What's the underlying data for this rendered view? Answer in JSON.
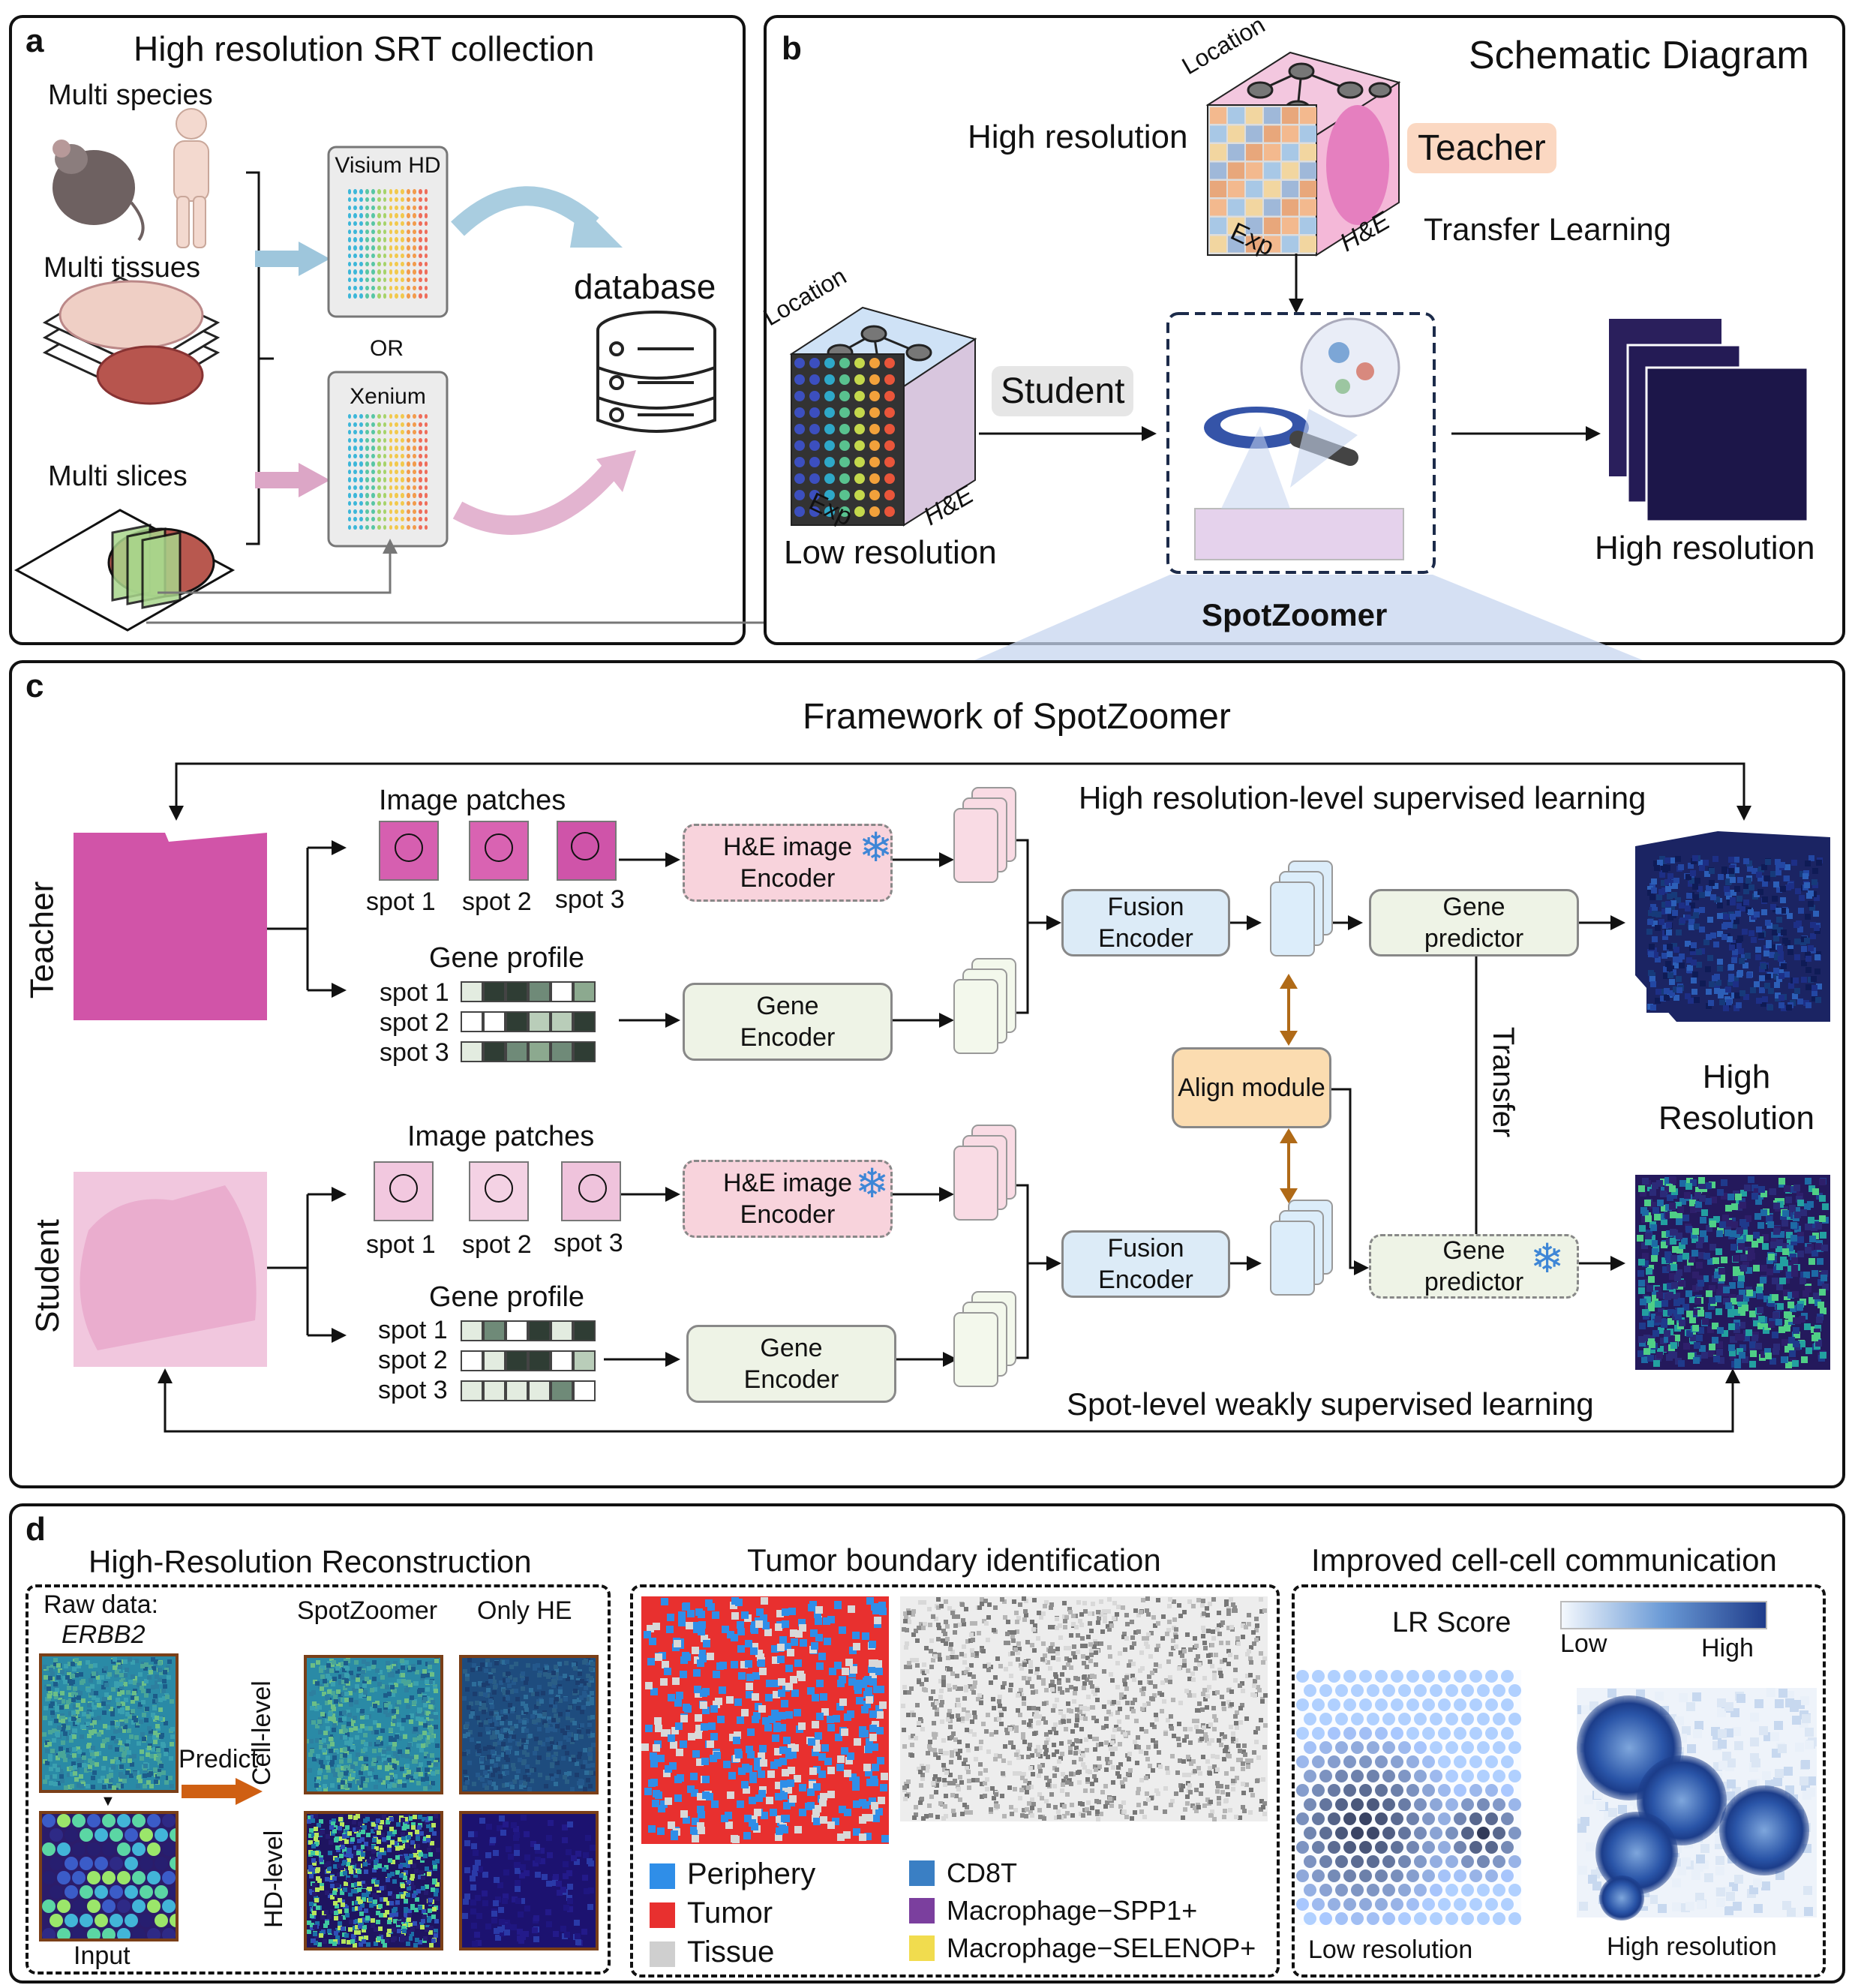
{
  "panel_a": {
    "label": "a",
    "title": "High resolution SRT collection",
    "multi_species": "Multi species",
    "multi_tissues": "Multi tissues",
    "multi_slices": "Multi slices",
    "visium": "Visium HD",
    "or": "OR",
    "xenium": "Xenium",
    "database": "database"
  },
  "panel_b": {
    "label": "b",
    "title": "Schematic Diagram",
    "high_resolution_top": "High resolution",
    "teacher": "Teacher",
    "transfer_learning": "Transfer Learning",
    "location_top": "Location",
    "exp_top": "Exp",
    "he_top": "H&E",
    "location_low": "Location",
    "exp_low": "Exp",
    "he_low": "H&E",
    "student": "Student",
    "low_resolution": "Low resolution",
    "high_resolution_right": "High resolution",
    "spotzoomer": "SpotZoomer"
  },
  "panel_c": {
    "label": "c",
    "title": "Framework of SpotZoomer",
    "teacher": "Teacher",
    "student": "Student",
    "image_patches": "Image patches",
    "gene_profile": "Gene profile",
    "spot1": "spot 1",
    "spot2": "spot 2",
    "spot3": "spot 3",
    "he_encoder": "H&E image Encoder",
    "gene_encoder": "Gene Encoder",
    "fusion_encoder": "Fusion Encoder",
    "gene_predictor": "Gene predictor",
    "align_module": "Align module",
    "transfer": "Transfer",
    "high_resolution": "High Resolution",
    "hr_supervised": "High resolution-level supervised learning",
    "spot_weak": "Spot-level weakly supervised learning"
  },
  "panel_d": {
    "label": "d",
    "recon_title": "High-Resolution Reconstruction",
    "raw_data": "Raw data:",
    "gene": "ERBB2",
    "input": "Input",
    "predict": "Predict",
    "spotzoomer": "SpotZoomer",
    "only_he": "Only HE",
    "cell_level": "Cell-level",
    "hd_level": "HD-level",
    "tumor_title": "Tumor boundary identification",
    "legend_left": [
      "Periphery",
      "Tumor",
      "Tissue"
    ],
    "legend_right": [
      "CD8T",
      "Macrophage−SPP1+",
      "Macrophage−SELENOP+"
    ],
    "ccc_title": "Improved cell-cell communication",
    "lr_score": "LR Score",
    "low": "Low",
    "high": "High",
    "low_resolution": "Low resolution",
    "high_resolution": "High resolution"
  },
  "colors": {
    "periphery": "#2f8ee8",
    "tumor": "#e8302f",
    "tissue": "#cfcfcf",
    "cd8t": "#3a7fc4",
    "macrophage_spp1": "#7b3f9e",
    "macrophage_selenop": "#f1dc4e",
    "teacher_tag": "#fbd8c2",
    "he_encoder": "#f8d3dc",
    "fusion_encoder": "#dcebf7",
    "align_module": "#fbdcb0",
    "gene_box": "#eef3e6"
  }
}
